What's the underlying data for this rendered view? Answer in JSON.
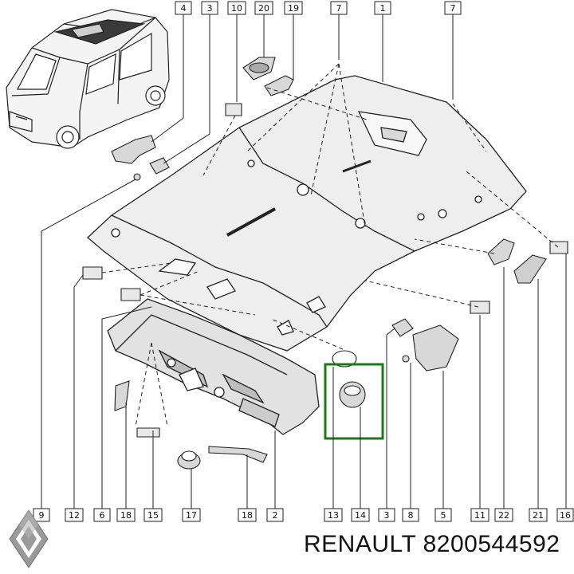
{
  "brand": "RENAULT",
  "part_number": "8200544592",
  "callouts_top": [
    "4",
    "3",
    "10",
    "20",
    "19",
    "7",
    "1",
    "7"
  ],
  "callouts_bottom": [
    "9",
    "12",
    "6",
    "18",
    "15",
    "17",
    "18",
    "2",
    "13",
    "14",
    "3",
    "8",
    "5",
    "11",
    "22",
    "21",
    "16"
  ]
}
